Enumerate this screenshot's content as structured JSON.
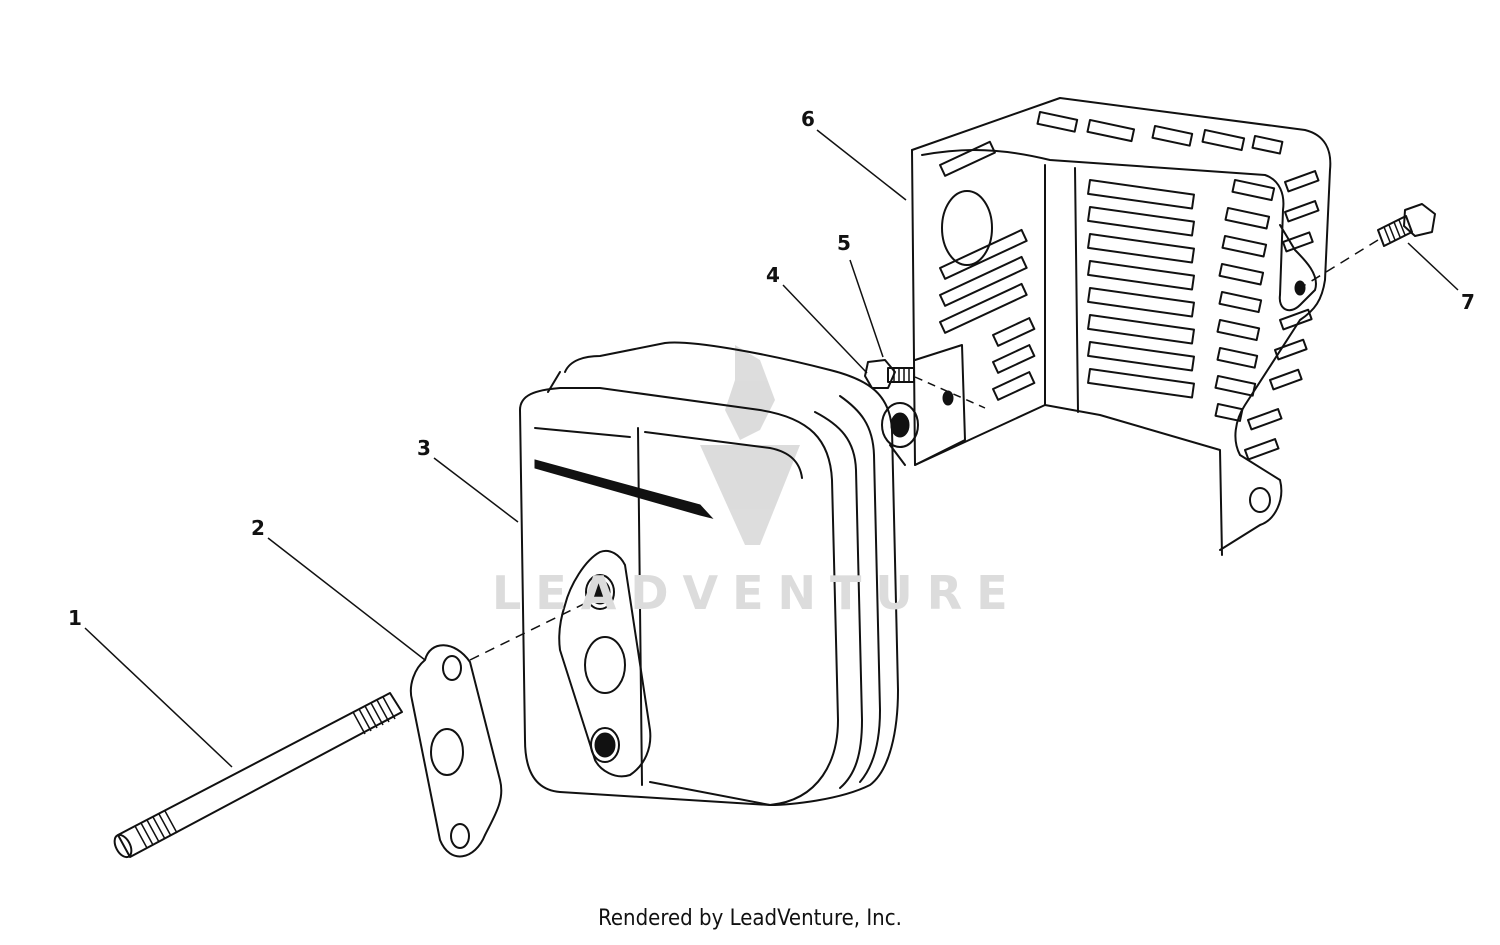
{
  "callouts": [
    {
      "id": "1",
      "text": "1"
    },
    {
      "id": "2",
      "text": "2"
    },
    {
      "id": "3",
      "text": "3"
    },
    {
      "id": "4",
      "text": "4"
    },
    {
      "id": "5",
      "text": "5"
    },
    {
      "id": "6",
      "text": "6"
    },
    {
      "id": "7",
      "text": "7"
    }
  ],
  "watermark": {
    "text": "LEADVENTURE"
  },
  "footer": {
    "text": "Rendered by LeadVenture, Inc."
  },
  "colors": {
    "line": "#111111",
    "watermark": "#d9d9d9",
    "background": "#ffffff"
  }
}
